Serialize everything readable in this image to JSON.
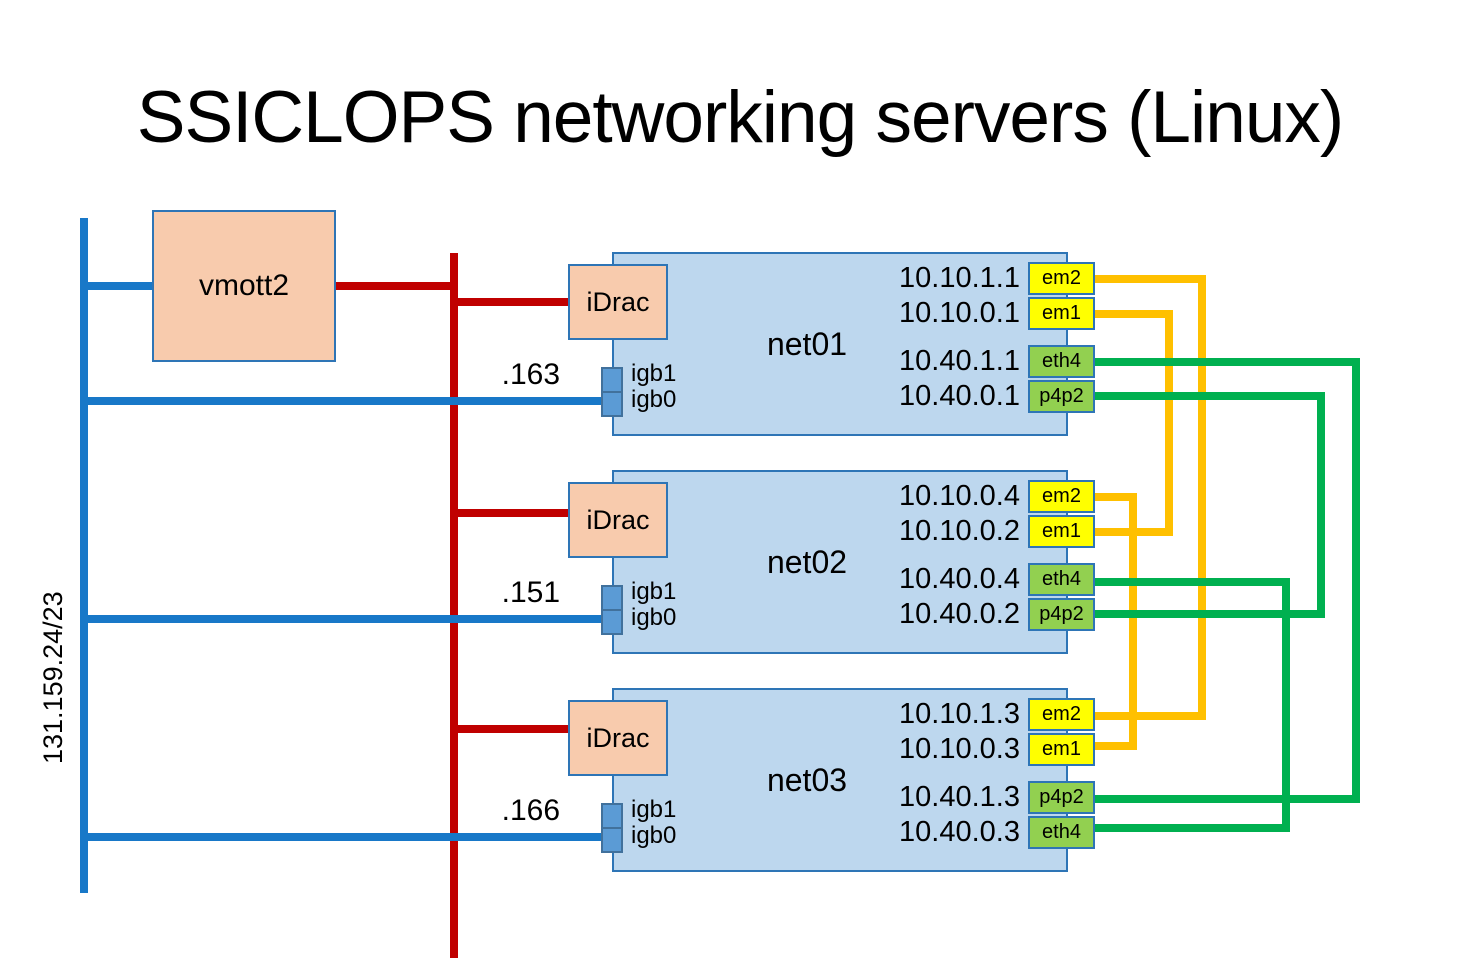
{
  "title": "SSICLOPS networking servers (Linux)",
  "network": {
    "label": "131.159.24/23"
  },
  "gateway": {
    "label": "vmott2"
  },
  "servers": [
    {
      "name": "net01",
      "idrac": "iDrac",
      "mgmt_suffix": ".163",
      "nics": [
        "igb1",
        "igb0"
      ],
      "rows": [
        {
          "ip": "10.10.1.1",
          "port": "em2"
        },
        {
          "ip": "10.10.0.1",
          "port": "em1"
        },
        {
          "ip": "10.40.1.1",
          "port": "eth4"
        },
        {
          "ip": "10.40.0.1",
          "port": "p4p2"
        }
      ]
    },
    {
      "name": "net02",
      "idrac": "iDrac",
      "mgmt_suffix": ".151",
      "nics": [
        "igb1",
        "igb0"
      ],
      "rows": [
        {
          "ip": "10.10.0.4",
          "port": "em2"
        },
        {
          "ip": "10.10.0.2",
          "port": "em1"
        },
        {
          "ip": "10.40.0.4",
          "port": "eth4"
        },
        {
          "ip": "10.40.0.2",
          "port": "p4p2"
        }
      ]
    },
    {
      "name": "net03",
      "idrac": "iDrac",
      "mgmt_suffix": ".166",
      "nics": [
        "igb1",
        "igb0"
      ],
      "rows": [
        {
          "ip": "10.10.1.3",
          "port": "em2"
        },
        {
          "ip": "10.10.0.3",
          "port": "em1"
        },
        {
          "ip": "10.40.1.3",
          "port": "p4p2"
        },
        {
          "ip": "10.40.0.3",
          "port": "eth4"
        }
      ]
    }
  ],
  "connections": [
    {
      "from": "net01.em2",
      "to": "net03.em2",
      "color": "yellow"
    },
    {
      "from": "net01.em1",
      "to": "net02.em1",
      "color": "yellow"
    },
    {
      "from": "net02.em2",
      "to": "net03.em1",
      "color": "yellow"
    },
    {
      "from": "net01.eth4",
      "to": "net03.p4p2",
      "color": "green"
    },
    {
      "from": "net01.p4p2",
      "to": "net02.p4p2",
      "color": "green"
    },
    {
      "from": "net02.eth4",
      "to": "net03.eth4",
      "color": "green"
    },
    {
      "from": "vmott2",
      "to": "iDrac chain",
      "color": "red"
    },
    {
      "from": "131.159.24/23",
      "to": "igb0 ports",
      "color": "blue"
    }
  ],
  "colors": {
    "mgmt_red": "#C00000",
    "lan_blue": "#1878C8",
    "wire_yellow": "#FFC000",
    "wire_green": "#00B050",
    "server_fill": "#BDD7EE",
    "server_border": "#2E75B6",
    "host_fill": "#F8CBAD",
    "port_yellow": "#FFFF00",
    "port_green": "#92D050",
    "nic_fill": "#5B9BD5"
  }
}
